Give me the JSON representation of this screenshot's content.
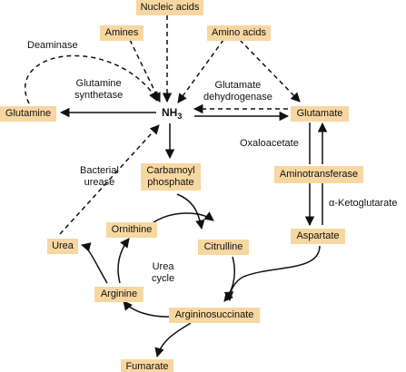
{
  "nodes": {
    "nucleic_acids": "Nucleic acids",
    "amines": "Amines",
    "amino_acids": "Amino acids",
    "glutamine": "Glutamine",
    "glutamate": "Glutamate",
    "carbamoyl_phosphate_line1": "Carbamoyl",
    "carbamoyl_phosphate_line2": "phosphate",
    "aminotransferase": "Aminotransferase",
    "ornithine": "Ornithine",
    "citrulline": "Citrulline",
    "urea": "Urea",
    "arginine": "Arginine",
    "aspartate": "Aspartate",
    "argininosuccinate": "Argininosuccinate",
    "fumarate": "Fumarate"
  },
  "labels": {
    "nh3_main": "NH",
    "nh3_sub": "3",
    "deaminase": "Deaminase",
    "glutamine_synthetase_line1": "Glutamine",
    "glutamine_synthetase_line2": "synthetase",
    "glutamate_dehydrogenase_line1": "Glutamate",
    "glutamate_dehydrogenase_line2": "dehydrogenase",
    "oxaloacetate": "Oxaloacetate",
    "bacterial_urease_line1": "Bacterial",
    "bacterial_urease_line2": "urease",
    "alpha_ketoglutarate": "α-Ketoglutarate",
    "urea_cycle_line1": "Urea",
    "urea_cycle_line2": "cycle"
  },
  "colors": {
    "node_fill": "#f7d7a1",
    "line": "#111111"
  }
}
